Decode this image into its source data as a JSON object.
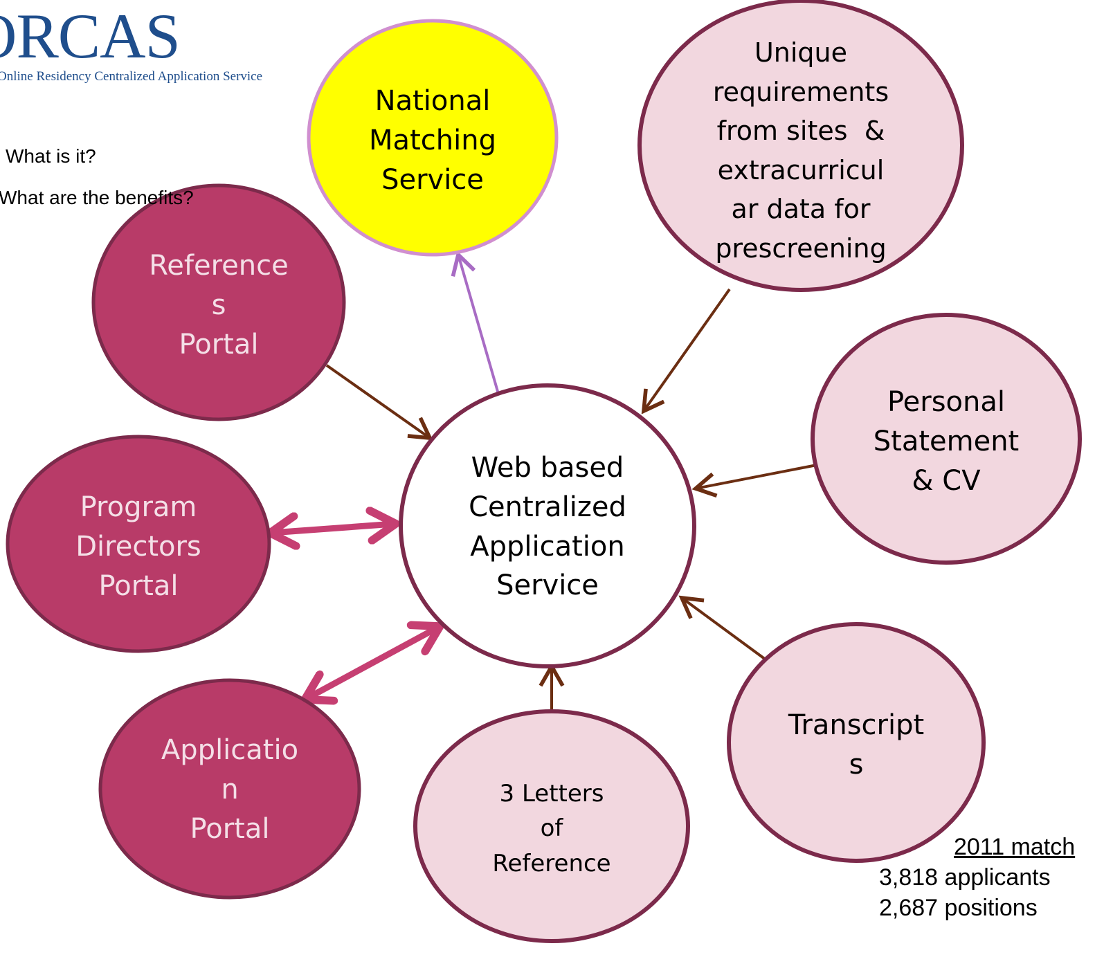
{
  "logo": {
    "main": "ORCAS",
    "sub": "Online Residency Centralized Application Service"
  },
  "questions": [
    "What is it?",
    "What are the benefits?"
  ],
  "center_node": {
    "lines": [
      "Web based",
      "Centralized",
      "Application",
      "Service"
    ]
  },
  "nodes": {
    "national_matching": {
      "lines": [
        "National",
        "Matching",
        "Service"
      ]
    },
    "unique_requirements": {
      "lines": [
        "Unique",
        "requirements",
        "from sites  &",
        "extracurricul",
        "ar data for",
        "prescreening"
      ]
    },
    "references_portal": {
      "lines": [
        "Reference",
        "s",
        "Portal"
      ]
    },
    "personal_statement": {
      "lines": [
        "Personal",
        "Statement",
        "& CV"
      ]
    },
    "program_directors_portal": {
      "lines": [
        "Program",
        "Directors",
        "Portal"
      ]
    },
    "application_portal": {
      "lines": [
        "Applicatio",
        "n",
        "Portal"
      ]
    },
    "letters_of_reference": {
      "lines": [
        "3 Letters",
        "of",
        "Reference"
      ]
    },
    "transcripts": {
      "lines": [
        "Transcript",
        "s"
      ]
    }
  },
  "stats": {
    "title": "2011 match",
    "applicants": "3,818 applicants",
    "positions": "2,687 positions"
  },
  "colors": {
    "dark_node_fill": "#b83b68",
    "dark_node_stroke": "#7c2a4b",
    "light_node_fill": "#f2d7df",
    "highlight_fill": "#ffff00",
    "highlight_stroke": "#d08fcf",
    "brown_arrow": "#6b2e12",
    "pink_arrow": "#c63f72",
    "purple_arrow": "#a86cc4",
    "logo_blue": "#1f4e8c"
  }
}
